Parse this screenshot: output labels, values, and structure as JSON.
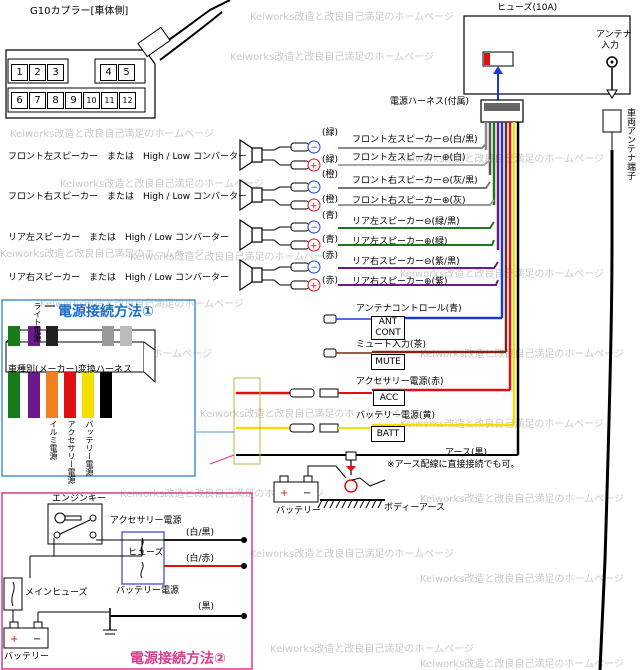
{
  "watermark": "Keiworks改造と改良自己満足のホームページ",
  "coupler": {
    "title": "G10カプラー[車体側]",
    "pins_top": [
      "1",
      "2",
      "3",
      "",
      "4",
      "5"
    ],
    "pins_bottom": [
      "6",
      "7",
      "8",
      "9",
      "10",
      "11",
      "12"
    ]
  },
  "fuse_label": "ヒューズ(10A)",
  "antenna_label": "アンテナ\n入力",
  "antenna_label_l1": "アンテナ",
  "antenna_label_l2": "入力",
  "vehicle_antenna": "車両アンテナ端子",
  "harness_label": "電源ハーネス(付属)",
  "speakers": [
    {
      "side_label": "フロント左スピーカー　または　High / Low コンバーター",
      "top_color": "(緑)",
      "top_name": "フロント左スピーカー⊖(白/黒)",
      "bottom_color": "(緑)",
      "bottom_name": "フロント左スピーカー⊕(白)"
    },
    {
      "side_label": "フロント右スピーカー　または　High / Low コンバーター",
      "top_color": "(橙)",
      "top_name": "フロント右スピーカー⊖(灰/黒)",
      "bottom_color": "(橙)",
      "bottom_name": "フロント右スピーカー⊕(灰)"
    },
    {
      "side_label": "リア左スピーカー　または　High / Low コンバーター",
      "top_color": "(青)",
      "top_name": "リア左スピーカー⊖(緑/黒)",
      "bottom_color": "(青)",
      "bottom_name": "リア左スピーカー⊕(緑)"
    },
    {
      "side_label": "リア右スピーカー　または　High / Low コンバーター",
      "top_color": "(赤)",
      "top_name": "リア右スピーカー⊖(紫/黒)",
      "bottom_color": "(赤)",
      "bottom_name": "リア右スピーカー⊕(紫)"
    }
  ],
  "ant_control": {
    "label": "アンテナコントロール(青)",
    "box": "ANT CONT",
    "box_l1": "ANT",
    "box_l2": "CONT"
  },
  "mute": {
    "label": "ミュート入力(茶)",
    "box": "MUTE"
  },
  "acc": {
    "label": "アクセサリー電源(赤)",
    "box": "ACC"
  },
  "batt": {
    "label": "バッテリー電源(黄)",
    "box": "BATT"
  },
  "earth": {
    "label": "アース(黒)",
    "note": "※アース配線に直接接続でも可。",
    "body": "ボディーアース",
    "battery": "バッテリー"
  },
  "method1": {
    "title": "電源接続方法①",
    "harness": "車種別(メーカー)変換ハーネス",
    "wire_labels": [
      "ライト電源",
      "イルミ電源",
      "アクセサリー電源",
      "バッテリー電源"
    ]
  },
  "method2": {
    "title": "電源接続方法②",
    "engine_key": "エンジンキー",
    "acc_power": "アクセサリー電源",
    "fuse": "ヒューズ",
    "batt_power": "バッテリー電源",
    "main_fuse": "メインヒューズ",
    "battery": "バッテリー",
    "wire1": "(白/黒)",
    "wire2": "(白/赤)",
    "wire3": "(黒)"
  },
  "colors": {
    "blue_frame": "#4a90d0",
    "pink_frame": "#d83c8c",
    "green": "#1a7a1a",
    "purple": "#6a1a8a",
    "red": "#e01010",
    "yellow": "#f0e000",
    "blue": "#1a3ad8",
    "brown": "#7a2a10",
    "orange": "#f08020"
  }
}
